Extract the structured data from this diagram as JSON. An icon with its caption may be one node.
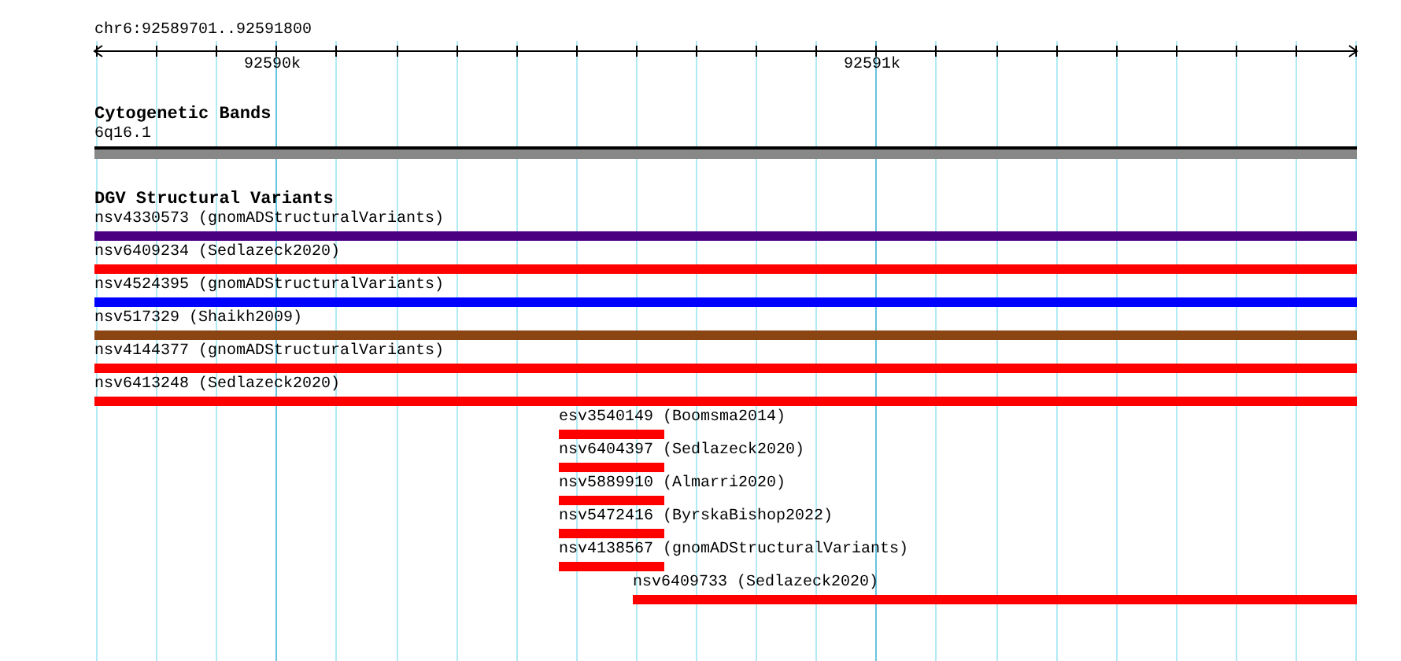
{
  "diagram": {
    "nodes": [
      {
        "text": [
          "6q16.1"
        ]
      },
      {
        "text": [
          "nsv4330573 (gnomADStructuralVariants)"
        ]
      },
      {
        "text": [
          "nsv6409234 (Sedlazeck2020)"
        ]
      },
      {
        "text": [
          "nsv4524395 (gnomADStructuralVariants)"
        ]
      },
      {
        "text": [
          "nsv517329 (Shaikh2009)"
        ]
      },
      {
        "text": [
          "nsv4144377 (gnomADStructuralVariants)"
        ]
      },
      {
        "text": [
          "nsv6413248 (Sedlazeck2020)"
        ]
      },
      {
        "text": [
          "esv3540149 (Boomsma2014)"
        ]
      },
      {
        "text": [
          "nsv6404397 (Sedlazeck2020)"
        ]
      },
      {
        "text": [
          "nsv5889910 (Almarri2020)"
        ]
      },
      {
        "text": [
          "nsv5472416 (ByrskaBishop2022)"
        ]
      },
      {
        "text": [
          "nsv4138567 (gnomADStructuralVariants)"
        ]
      },
      {
        "text": [
          "nsv6409733 (Sedlazeck2020)"
        ]
      }
    ],
    "edges": [],
    "labels": [
      "chr6:92589701..92591800",
      "92590k",
      "92591k",
      "Cytogenetic Bands",
      "DGV Structural Variants"
    ]
  }
}
